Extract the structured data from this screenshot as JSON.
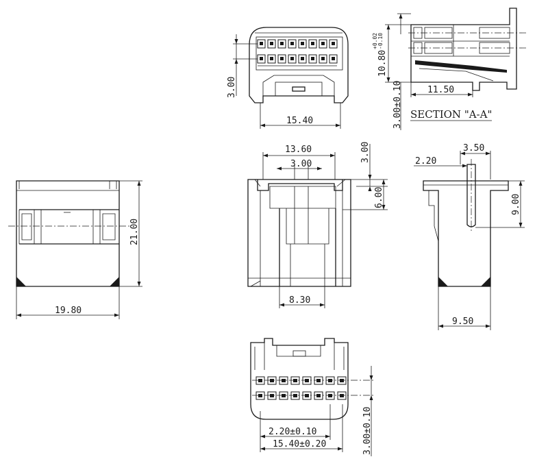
{
  "dimensions": {
    "top_width": "15.40",
    "top_pitch": "3.00",
    "section_height": "10.80",
    "section_tol_upper": "+0.02",
    "section_tol_lower": "-0.10",
    "section_length": "11.50",
    "section_offset": "3.00±0.10",
    "front_width_outer": "13.60",
    "front_width_inner": "3.00",
    "front_top": "3.00",
    "front_latch": "6.00",
    "front_bottom_width": "8.30",
    "side_height": "21.00",
    "side_width": "19.80",
    "right_a": "3.50",
    "right_b": "2.20",
    "right_height": "9.00",
    "right_width": "9.50",
    "bottom_pitch": "2.20±0.10",
    "bottom_width": "15.40±0.20",
    "bottom_height": "3.00±0.10"
  },
  "section_label": "SECTION \"A-A\""
}
